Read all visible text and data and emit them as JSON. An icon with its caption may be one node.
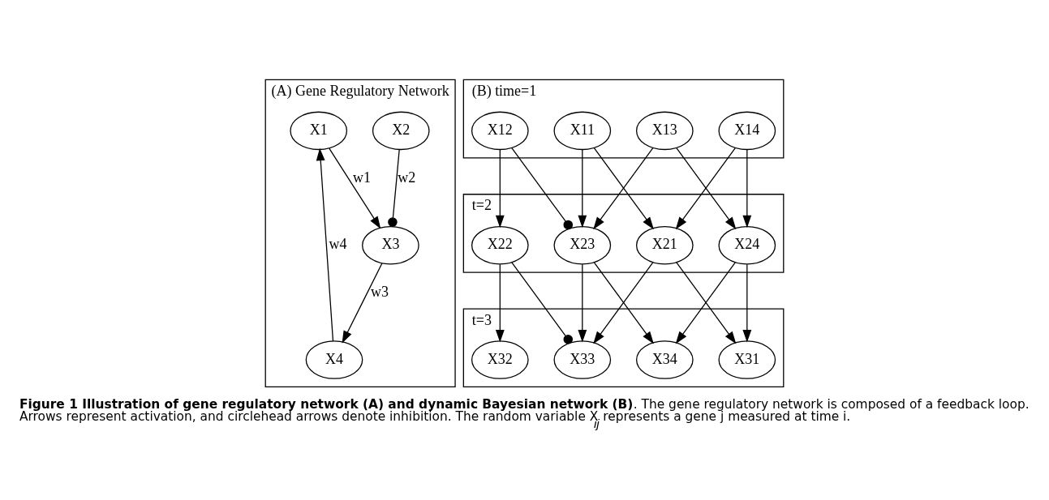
{
  "diagram": {
    "caption": "**Figure 1 Illustration of gene regulatory network (A) and dynamic Bayesian network (B)**. The gene regulatory network is composed of a feedback loop. Arrows represent activation, and circlehead arrows denote inhibition. The random variable X$_{ij}$ represents a gene j measured at time i.",
    "nodes": [
      {
        "text": [
          "(A) Gene Regulatory Network"
        ]
      },
      {
        "text": [
          "X2"
        ],
        "in": 0
      },
      {
        "text": [
          "X1"
        ],
        "in": 0
      },
      {
        "text": [
          "X3"
        ],
        "in": 0
      },
      {
        "text": [
          "X4"
        ],
        "in": 0
      },
      {
        "text": [
          "(B) time=1"
        ]
      },
      {
        "text": [
          "X12"
        ],
        "in": 5
      },
      {
        "text": [
          "X11"
        ],
        "in": 5
      },
      {
        "text": [
          "X13"
        ],
        "in": 5
      },
      {
        "text": [
          "X14"
        ],
        "in": 5
      },
      {
        "text": [
          "t=2"
        ]
      },
      {
        "text": [
          "X22"
        ],
        "in": 10
      },
      {
        "text": [
          "X23"
        ],
        "in": 10
      },
      {
        "text": [
          "X21"
        ],
        "in": 10
      },
      {
        "text": [
          "X24"
        ],
        "in": 10
      },
      {
        "text": [
          "t=3"
        ]
      },
      {
        "text": [
          "X32"
        ],
        "in": 15
      },
      {
        "text": [
          "X33"
        ],
        "in": 15
      },
      {
        "text": [
          "X34"
        ],
        "in": 15
      },
      {
        "text": [
          "X31"
        ],
        "in": 15
      }
    ],
    "edges": [
      {
        "from": 1,
        "to": 3,
        "arrow": "other",
        "label": "w2"
      },
      {
        "from": 2,
        "to": 3,
        "arrow": "to",
        "label": "w1"
      },
      {
        "from": 3,
        "to": 4,
        "arrow": "to",
        "label": "w3"
      },
      {
        "from": 4,
        "to": 2,
        "arrow": "to",
        "label": "w4"
      },
      {
        "from": 6,
        "to": 11,
        "arrow": "to"
      },
      {
        "from": 6,
        "to": 12,
        "arrow": "other"
      },
      {
        "from": 7,
        "to": 12,
        "arrow": "to"
      },
      {
        "from": 7,
        "to": 13,
        "arrow": "to"
      },
      {
        "from": 8,
        "to": 12,
        "arrow": "to"
      },
      {
        "from": 8,
        "to": 14,
        "arrow": "to"
      },
      {
        "from": 9,
        "to": 13,
        "arrow": "to"
      },
      {
        "from": 9,
        "to": 14,
        "arrow": "to"
      },
      {
        "from": 11,
        "to": 16,
        "arrow": "to"
      },
      {
        "from": 11,
        "to": 17,
        "arrow": "other"
      },
      {
        "from": 12,
        "to": 17,
        "arrow": "to"
      },
      {
        "from": 12,
        "to": 18,
        "arrow": "to"
      },
      {
        "from": 13,
        "to": 17,
        "arrow": "to"
      },
      {
        "from": 13,
        "to": 19,
        "arrow": "to"
      },
      {
        "from": 14,
        "to": 18,
        "arrow": "to"
      },
      {
        "from": 14,
        "to": 19,
        "arrow": "to"
      }
    ]
  }
}
